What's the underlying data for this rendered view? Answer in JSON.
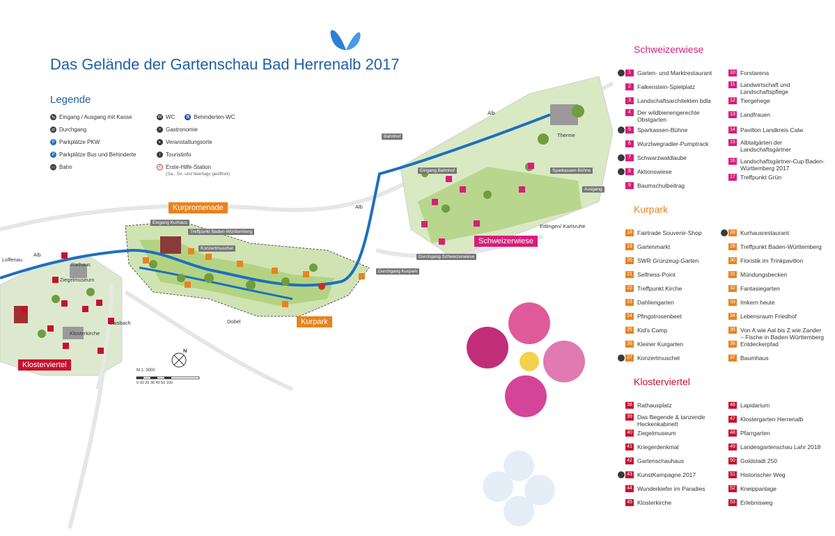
{
  "title": "Das Gelände der Gartenschau Bad Herrenalb 2017",
  "legend": {
    "heading": "Legende",
    "items": [
      {
        "label": "Eingang / Ausgang mit Kasse",
        "icon": "entrance-icon"
      },
      {
        "label": "Durchgang",
        "icon": "passage-icon"
      },
      {
        "label": "Parkplätze PKW",
        "icon": "parking-icon"
      },
      {
        "label": "Parkplätze Bus und Behinderte",
        "icon": "bus-parking-icon"
      },
      {
        "label": "Bahn",
        "icon": "train-icon"
      },
      {
        "label": "WC",
        "icon": "wc-icon"
      },
      {
        "label": "Behinderten-WC",
        "icon": "accessible-wc-icon"
      },
      {
        "label": "Gastronomie",
        "icon": "restaurant-icon"
      },
      {
        "label": "Veranstaltungsorte",
        "icon": "event-icon"
      },
      {
        "label": "Touristinfo",
        "icon": "info-icon"
      },
      {
        "label": "Erste-Hilfe-Station",
        "icon": "first-aid-icon"
      }
    ],
    "first_aid_note": "(Sa., So. und feiertags geöffnet)"
  },
  "map": {
    "areas": {
      "kurpromenade": "Kurpromenade",
      "kurpark": "Kurpark",
      "schweizerwiese": "Schweizerwiese",
      "klosterviertel": "Klosterviertel"
    },
    "places": {
      "loffenau": "Loffenau",
      "alb1": "Alb",
      "alb2": "Alb",
      "alb3": "Alb",
      "dobel": "Dobel",
      "gaisbach": "Gaisbach",
      "bahnhof": "Bahnhof",
      "therme": "Therme",
      "ettlingen": "Ettlingen/ Karlsruhe",
      "rathaus": "Rathaus",
      "ziegelmuseum": "Ziegelmuseum",
      "klosterkirche": "Klosterkirche"
    },
    "gates": {
      "eingang_kurhaus": "Eingang Kurhaus",
      "treffpunkt": "Treffpunkt Baden-Württemberg",
      "konzertmuschel": "Konzertmuschel",
      "durchgang_kurpark": "Durchgang Kurpark",
      "durchgang_schweizerwiese": "Durchgang Schweizerwiese",
      "eingang_bahnhof": "Eingang Bahnhof",
      "sparkassen_buehne": "Sparkassen-Bühne",
      "ausgang": "Ausgang"
    },
    "scale_label": "M 1: 3000",
    "scale_ticks": "0  10 20 30 40 50                              100",
    "compass": "N"
  },
  "colors": {
    "title_blue": "#1f5fa8",
    "river_blue": "#1c6fc0",
    "schweizerwiese_pink": "#d81d7a",
    "kurpark_orange": "#e8831e",
    "klosterviertel_red": "#c8102e",
    "park_green": "#8fbf5a"
  },
  "sections": {
    "schweizerwiese": {
      "heading": "Schweizerwiese",
      "col1": [
        {
          "n": "1",
          "label": "Garten- und Marktrestaurant",
          "icon": "restaurant-icon"
        },
        {
          "n": "2",
          "label": "Falkenstein-Spielplatz"
        },
        {
          "n": "3",
          "label": "Landschaftsarchitekten bdla"
        },
        {
          "n": "4",
          "label": "Der wildbienengerechte Obstgarten"
        },
        {
          "n": "5",
          "label": "Sparkassen-Bühne",
          "icon": "event-icon"
        },
        {
          "n": "6",
          "label": "Wurzlwegradler-Pumptrack"
        },
        {
          "n": "7",
          "label": "Schwarzwaldlaube",
          "icon": "restaurant-icon"
        },
        {
          "n": "8",
          "label": "Aktionswiese",
          "icon": "event-icon"
        },
        {
          "n": "9",
          "label": "Baumschulbeitrag"
        }
      ],
      "col2": [
        {
          "n": "10",
          "label": "Forstarena"
        },
        {
          "n": "11",
          "label": "Landwirtschaft und Landschaftspflege"
        },
        {
          "n": "12",
          "label": "Tiergehege"
        },
        {
          "n": "13",
          "label": "Landfrauen"
        },
        {
          "n": "14",
          "label": "Pavillon Landkreis Calw"
        },
        {
          "n": "15",
          "label": "Albtalgärten der Landschaftsgärtner"
        },
        {
          "n": "16",
          "label": "Landschaftsgärtner-Cup Baden-Württemberg 2017"
        },
        {
          "n": "17",
          "label": "Treffpunkt Grün"
        }
      ]
    },
    "kurpark": {
      "heading": "Kurpark",
      "col1": [
        {
          "n": "18",
          "label": "Fairtrade Souvenir-Shop"
        },
        {
          "n": "19",
          "label": "Gartenmarkt"
        },
        {
          "n": "20",
          "label": "SWR Grünzeug-Garten"
        },
        {
          "n": "21",
          "label": "Selfness-Point"
        },
        {
          "n": "22",
          "label": "Treffpunkt Kirche"
        },
        {
          "n": "23",
          "label": "Dahliengarten"
        },
        {
          "n": "24",
          "label": "Pfingstrosenbeet"
        },
        {
          "n": "25",
          "label": "Kid's Camp"
        },
        {
          "n": "26",
          "label": "Kleiner Kurgarten"
        },
        {
          "n": "27",
          "label": "Konzertmuschel",
          "icon": "event-icon"
        }
      ],
      "col2": [
        {
          "n": "28",
          "label": "Kurhausrestaurant",
          "icon": "restaurant-icon"
        },
        {
          "n": "29",
          "label": "Treffpunkt Baden-Württemberg"
        },
        {
          "n": "30",
          "label": "Floristik im Trinkpavillon"
        },
        {
          "n": "31",
          "label": "Mündungsbecken"
        },
        {
          "n": "32",
          "label": "Fantasiegarten"
        },
        {
          "n": "33",
          "label": "Imkern heute"
        },
        {
          "n": "34",
          "label": "Lebensraum Friedhof"
        },
        {
          "n": "35",
          "label": "Von A wie Aal bis Z wie Zander – Fische in Baden-Württemberg"
        },
        {
          "n": "36",
          "label": "Entdeckerpfad"
        },
        {
          "n": "37",
          "label": "Baumhaus"
        }
      ]
    },
    "klosterviertel": {
      "heading": "Klosterviertel",
      "col1": [
        {
          "n": "38",
          "label": "Rathausplatz"
        },
        {
          "n": "39",
          "label": "Das fliegende & tanzende Heckenkabinett"
        },
        {
          "n": "40",
          "label": "Ziegelmuseum"
        },
        {
          "n": "41",
          "label": "Kriegerdenkmal"
        },
        {
          "n": "42",
          "label": "Gartenschauhaus"
        },
        {
          "n": "43",
          "label": "KunstKampagne.2017",
          "icon": "event-icon"
        },
        {
          "n": "44",
          "label": "Wunderkiefer im Paradies"
        },
        {
          "n": "45",
          "label": "Klosterkirche"
        }
      ],
      "col2": [
        {
          "n": "46",
          "label": "Lapidarium"
        },
        {
          "n": "47",
          "label": "Klostergarten Herrenalb"
        },
        {
          "n": "48",
          "label": "Pfarrgarten"
        },
        {
          "n": "49",
          "label": "Landesgartenschau Lahr 2018"
        },
        {
          "n": "50",
          "label": "Goldstadt 250"
        },
        {
          "n": "51",
          "label": "Historischer Weg"
        },
        {
          "n": "52",
          "label": "Kneippanlage"
        },
        {
          "n": "53",
          "label": "Erlebnisweg"
        }
      ]
    }
  }
}
